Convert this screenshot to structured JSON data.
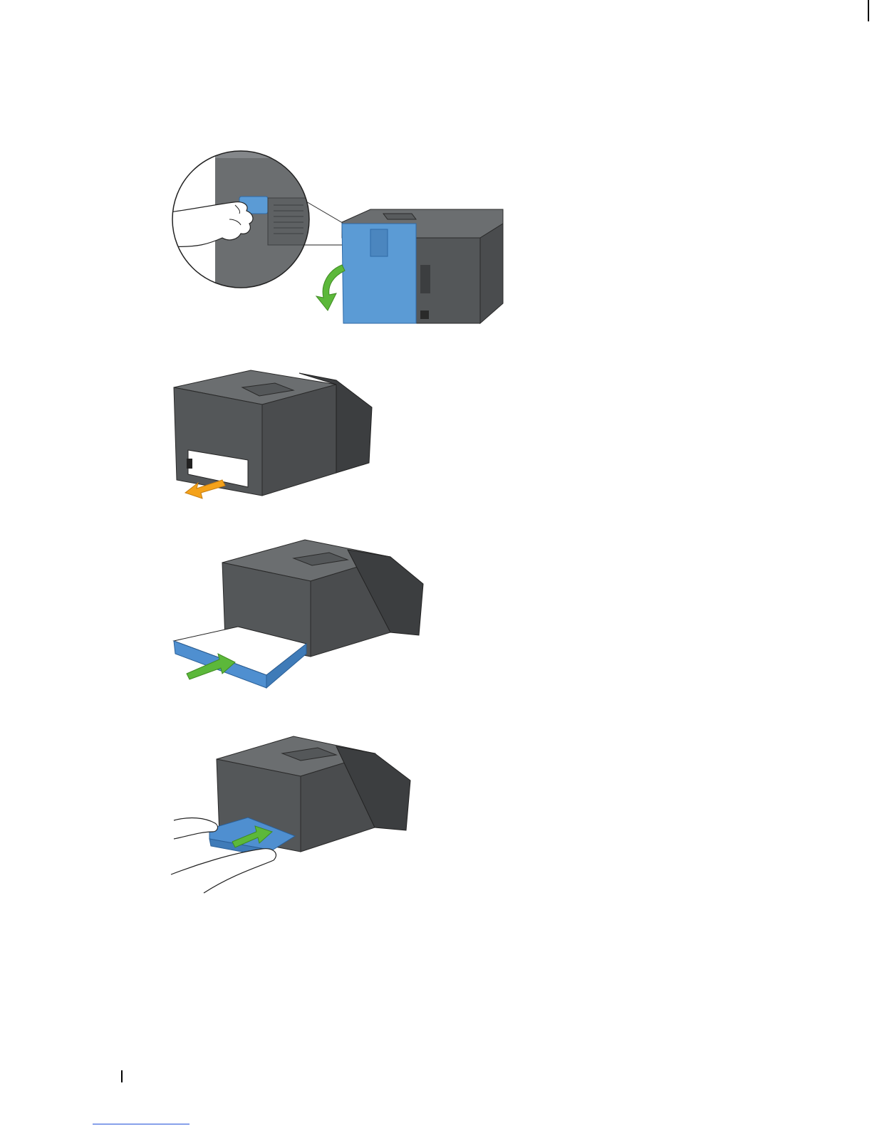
{
  "page": {
    "colors": {
      "printer_body": "#545759",
      "printer_top": "#6b6e70",
      "printer_dark": "#3c3e40",
      "rear_cover_blue": "#5b9bd5",
      "tray_blue": "#4f8fd0",
      "arrow_green": "#5cb83a",
      "arrow_orange": "#f4a21a",
      "link_blue": "#1f4fd8"
    },
    "figures": [
      {
        "icon": "printer-rear-cover-open-illustration"
      },
      {
        "icon": "printer-remove-paper-illustration"
      },
      {
        "icon": "printer-insert-tray-illustration"
      },
      {
        "icon": "printer-push-tray-illustration"
      }
    ]
  }
}
